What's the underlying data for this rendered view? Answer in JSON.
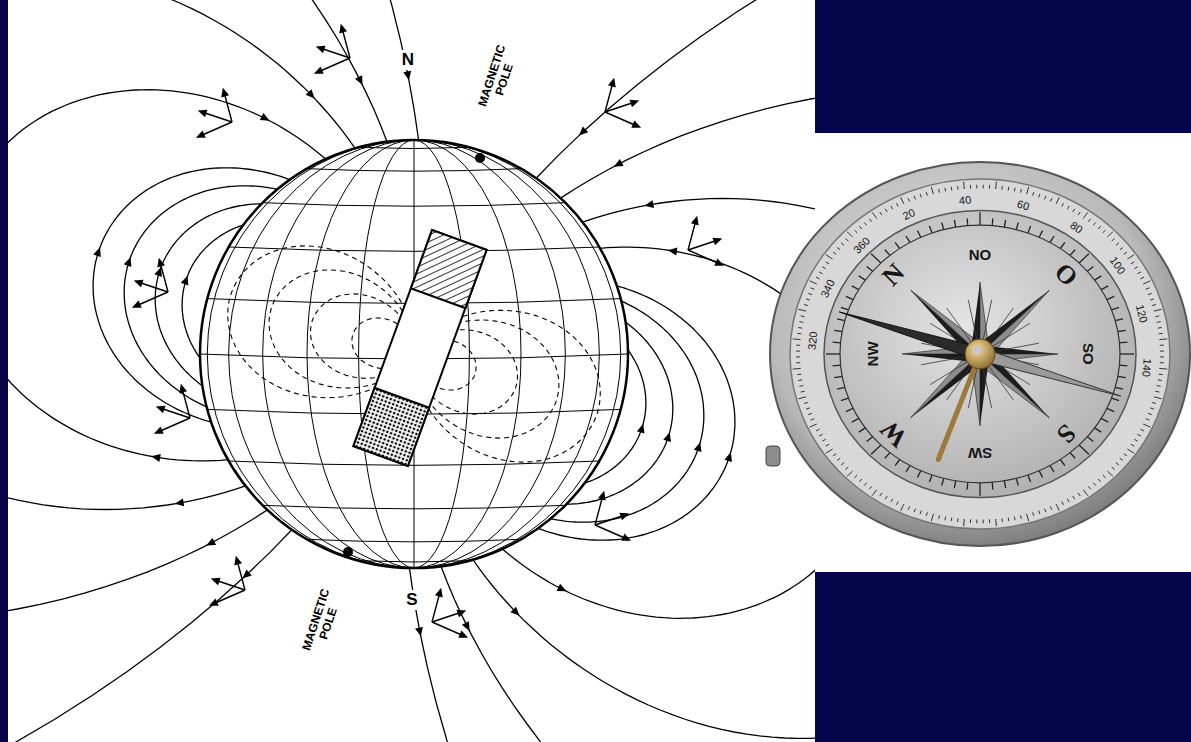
{
  "diagram": {
    "labels": [
      "N",
      "MAGNETIC POLE",
      "MAGNETIC POLE",
      "S",
      "NO",
      "N",
      "O",
      "SO",
      "S",
      "SW",
      "W",
      "NW",
      "360",
      "20",
      "40",
      "60",
      "80",
      "100",
      "120",
      "140",
      "320",
      "340"
    ]
  }
}
